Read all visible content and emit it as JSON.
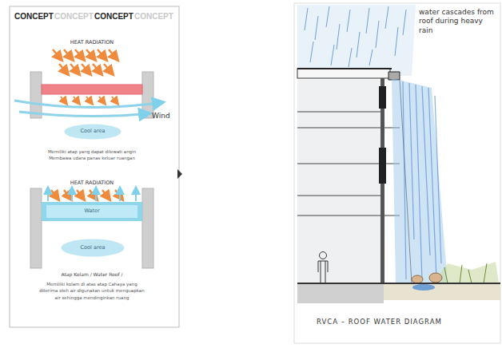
{
  "diagram": {
    "nodes": [
      {
        "text": [
          "Cool area"
        ]
      },
      {
        "text": [
          "Water"
        ]
      },
      {
        "text": [
          "Cool area"
        ]
      }
    ],
    "labels": [
      "CONCEPT",
      "CONCEPT",
      "CONCEPT",
      "CONCEPT",
      "HEAT RADIATION",
      "Wind",
      "Memiliki atap yang dapat dilewati angin Membawa udara panas keluar ruangan",
      "HEAT RADIATION",
      "Atap Kolam / Water Roof /",
      "Memiliki kolam di atas atap Cahaya yang diterima oleh air digunakan untuk menguapkan air sehingga mendinginkan ruang",
      "water cascades from roof during heavy rain",
      "RVCA – ROOF WATER DIAGRAM"
    ]
  }
}
